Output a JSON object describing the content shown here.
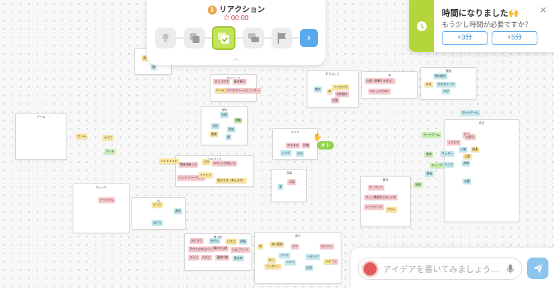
{
  "panel": {
    "step_number": "3",
    "title": "リアクション",
    "timer_icon": "stopwatch-icon",
    "timer": "00:00",
    "steps": [
      {
        "icon": "lightbulb-icon",
        "state": "done"
      },
      {
        "icon": "cards-icon",
        "state": "done"
      },
      {
        "icon": "reaction-check-icon",
        "state": "active"
      },
      {
        "icon": "chat-bubbles-icon",
        "state": "pending"
      },
      {
        "icon": "flag-icon",
        "state": "pending"
      }
    ],
    "next_icon": "chevron-right-icon",
    "collapse_icon": "chevron-up-icon"
  },
  "toast": {
    "title": "時間になりました🙌",
    "subtitle": "もう少し時間が必要ですか？",
    "btn_plus3": "+3分",
    "btn_plus5": "+5分",
    "close": "✕",
    "accent": "#b4d63a"
  },
  "input": {
    "placeholder": "アイデアを書いてみましょう…"
  },
  "board": {
    "user_tag": "オト",
    "cards": [
      {
        "id": "game",
        "title": "ゲーム"
      },
      {
        "id": "top-small",
        "title": ""
      },
      {
        "id": "sweets",
        "title": "甘いところ"
      },
      {
        "id": "food",
        "title": "食料"
      },
      {
        "id": "mono",
        "title": "ものづくり"
      },
      {
        "id": "like",
        "title": "好きなこと"
      },
      {
        "id": "mid",
        "title": "体"
      },
      {
        "id": "cooking",
        "title": "料理"
      },
      {
        "id": "sports",
        "title": "運動"
      },
      {
        "id": "play",
        "title": "遊び"
      },
      {
        "id": "center",
        "title": "エリア"
      },
      {
        "id": "music",
        "title": "音楽"
      },
      {
        "id": "shopping",
        "title": "買物"
      },
      {
        "id": "catch",
        "title": "キャッチ"
      },
      {
        "id": "flower",
        "title": "花"
      },
      {
        "id": "picnic",
        "title": "食べ物"
      },
      {
        "id": "travel",
        "title": "旅行"
      }
    ],
    "notes": [
      {
        "text": "遊",
        "color": "yellow"
      },
      {
        "text": "旅",
        "color": "teal"
      },
      {
        "text": "ゲーム",
        "color": "yellow"
      },
      {
        "text": "ライブ",
        "color": "yellow"
      },
      {
        "text": "ゲーム",
        "color": "green"
      },
      {
        "text": "チョコボス",
        "color": "pink"
      },
      {
        "text": "焼き菓子",
        "color": "pink"
      },
      {
        "text": "ケーキ",
        "color": "yellow"
      },
      {
        "text": "アイスクリームとレンガー",
        "color": "pink"
      },
      {
        "text": "料理",
        "color": "teal"
      },
      {
        "text": "運動",
        "color": "green"
      },
      {
        "text": "自炊",
        "color": "teal"
      },
      {
        "text": "家族",
        "color": "teal"
      },
      {
        "text": "健康",
        "color": "yellow"
      },
      {
        "text": "畑",
        "color": "teal"
      },
      {
        "text": "ハンドメイド",
        "color": "yellow"
      },
      {
        "text": "陶芸体験くる",
        "color": "pink"
      },
      {
        "text": "工作",
        "color": "yellow"
      },
      {
        "text": "ロボット作成した",
        "color": "pink"
      },
      {
        "text": "ハンドフローグライ",
        "color": "pink"
      },
      {
        "text": "ライトフ",
        "color": "yellow"
      },
      {
        "text": "電子工作（考えるか）",
        "color": "yellow"
      },
      {
        "text": "散歩",
        "color": "teal"
      },
      {
        "text": "本",
        "color": "yellow"
      },
      {
        "text": "アイデアも",
        "color": "yellow"
      },
      {
        "text": "古屋",
        "color": "pink"
      },
      {
        "text": "お絵描き",
        "color": "pink"
      },
      {
        "text": "小説（執筆する考え）",
        "color": "pink"
      },
      {
        "text": "ロジックパズル",
        "color": "pink"
      },
      {
        "text": "ゆすまき",
        "color": "pink"
      },
      {
        "text": "好物",
        "color": "pink"
      },
      {
        "text": "レシピ",
        "color": "teal"
      },
      {
        "text": "かる",
        "color": "teal"
      },
      {
        "text": "食",
        "color": "teal"
      },
      {
        "text": "公園",
        "color": "pink"
      },
      {
        "text": "朝の散歩",
        "color": "teal"
      },
      {
        "text": "水泳",
        "color": "yellow"
      },
      {
        "text": "ボルダリング",
        "color": "teal"
      },
      {
        "text": "ヨガ",
        "color": "teal"
      },
      {
        "text": "ボードゲーム",
        "color": "teal"
      },
      {
        "text": "カードゲーム",
        "color": "green"
      },
      {
        "text": "釣り",
        "color": "pink"
      },
      {
        "text": "山登り",
        "color": "pink"
      },
      {
        "text": "しりとり",
        "color": "pink"
      },
      {
        "text": "将棋",
        "color": "green"
      },
      {
        "text": "サッカー",
        "color": "teal"
      },
      {
        "text": "人狼",
        "color": "teal"
      },
      {
        "text": "囲碁",
        "color": "yellow"
      },
      {
        "text": "山登",
        "color": "yellow"
      },
      {
        "text": "ボウリング",
        "color": "teal"
      },
      {
        "text": "卓球",
        "color": "teal"
      },
      {
        "text": "大富",
        "color": "teal"
      },
      {
        "text": "映画",
        "color": "teal"
      },
      {
        "text": "温泉",
        "color": "green"
      },
      {
        "text": "キャンプ",
        "color": "green"
      },
      {
        "text": "サーフィン",
        "color": "pink"
      },
      {
        "text": "ネット動画からおしゃれ",
        "color": "pink"
      },
      {
        "text": "ショッピング",
        "color": "pink"
      },
      {
        "text": "アウト",
        "color": "yellow"
      },
      {
        "text": "デッキさん",
        "color": "pink"
      },
      {
        "text": "ピンク",
        "color": "yellow"
      },
      {
        "text": "黄色",
        "color": "teal"
      },
      {
        "text": "みどり",
        "color": "teal"
      },
      {
        "text": "おにぎり",
        "color": "pink"
      },
      {
        "text": "みかん",
        "color": "teal"
      },
      {
        "text": "いちご",
        "color": "yellow"
      },
      {
        "text": "卵焼",
        "color": "teal"
      },
      {
        "text": "手作りお弁当パン",
        "color": "pink"
      },
      {
        "text": "鶏のから揚",
        "color": "pink"
      },
      {
        "text": "たまごサンド",
        "color": "pink"
      },
      {
        "text": "りんご",
        "color": "pink"
      },
      {
        "text": "たまご",
        "color": "pink"
      },
      {
        "text": "唐揚げ揚",
        "color": "pink"
      },
      {
        "text": "焼き肉",
        "color": "teal"
      },
      {
        "text": "京",
        "color": "yellow"
      },
      {
        "text": "赤い屋根",
        "color": "yellow"
      },
      {
        "text": "パリ",
        "color": "pink"
      },
      {
        "text": "ロンドン",
        "color": "pink"
      },
      {
        "text": "ベンチ",
        "color": "teal"
      },
      {
        "text": "タイ",
        "color": "yellow"
      },
      {
        "text": "ハワイ",
        "color": "teal"
      },
      {
        "text": "イタリア",
        "color": "teal"
      },
      {
        "text": "ハンガリー",
        "color": "yellow"
      },
      {
        "text": "スペイン",
        "color": "pink"
      },
      {
        "text": "イタ",
        "color": "yellow"
      },
      {
        "text": "台湾",
        "color": "teal"
      }
    ]
  }
}
